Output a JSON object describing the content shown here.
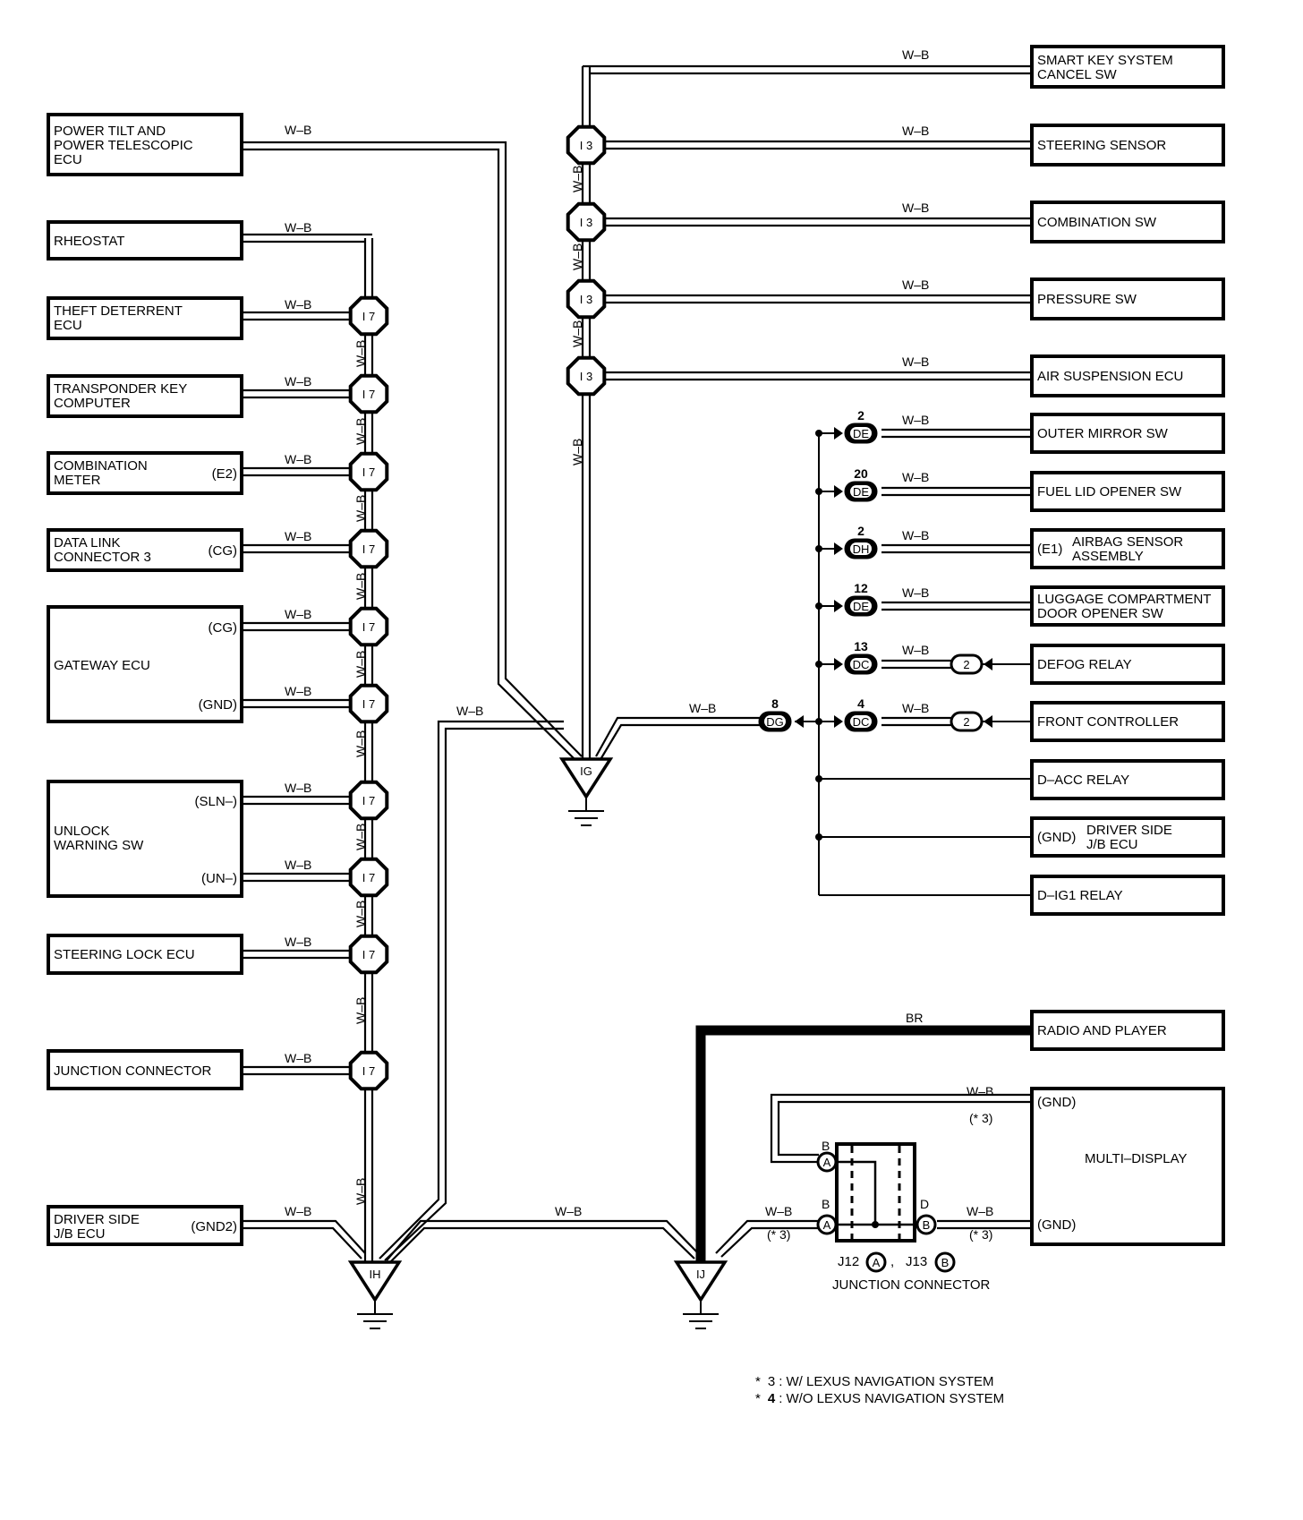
{
  "wire_labels": {
    "wb": "W–B",
    "br": "BR"
  },
  "grounds": {
    "ih": "IH",
    "ig": "IG",
    "ij": "IJ"
  },
  "connectors": {
    "i7": "I 7",
    "i3": "I 3",
    "de": "DE",
    "dh": "DH",
    "dc": "DC",
    "dg": "DG",
    "pin_2": "2",
    "pin_20": "20",
    "pin_12": "12",
    "pin_13": "13",
    "pin_4": "4",
    "pin_8": "8",
    "a": "A",
    "b": "B",
    "d": "D"
  },
  "left_components": {
    "power_tilt": [
      "POWER TILT AND",
      "POWER TELESCOPIC",
      "ECU"
    ],
    "rheostat": [
      "RHEOSTAT"
    ],
    "theft": [
      "THEFT DETERRENT",
      "ECU"
    ],
    "transponder": [
      "TRANSPONDER KEY",
      "COMPUTER"
    ],
    "combination_meter": [
      "COMBINATION",
      "METER"
    ],
    "combination_meter_pin": "(E2)",
    "data_link": [
      "DATA LINK",
      "CONNECTOR 3"
    ],
    "data_link_pin": "(CG)",
    "gateway": [
      "GATEWAY ECU"
    ],
    "gateway_pin_cg": "(CG)",
    "gateway_pin_gnd": "(GND)",
    "unlock": [
      "UNLOCK",
      "WARNING SW"
    ],
    "unlock_pin_sln": "(SLN–)",
    "unlock_pin_un": "(UN–)",
    "steering_lock": [
      "STEERING LOCK ECU"
    ],
    "junction": [
      "JUNCTION CONNECTOR"
    ],
    "driver_jb": [
      "DRIVER SIDE",
      "J/B ECU"
    ],
    "driver_jb_pin": "(GND2)"
  },
  "right_components": {
    "smart_key": [
      "SMART KEY SYSTEM",
      "CANCEL SW"
    ],
    "steering_sensor": [
      "STEERING SENSOR"
    ],
    "combination_sw": [
      "COMBINATION SW"
    ],
    "pressure_sw": [
      "PRESSURE SW"
    ],
    "air_suspension": [
      "AIR SUSPENSION ECU"
    ],
    "outer_mirror": [
      "OUTER MIRROR SW"
    ],
    "fuel_lid": [
      "FUEL LID OPENER SW"
    ],
    "airbag": [
      "AIRBAG SENSOR",
      "ASSEMBLY"
    ],
    "airbag_pin": "(E1)",
    "luggage": [
      "LUGGAGE COMPARTMENT",
      "DOOR OPENER SW"
    ],
    "defog": [
      "DEFOG RELAY"
    ],
    "front_controller": [
      "FRONT CONTROLLER"
    ],
    "dacc": [
      "D–ACC RELAY"
    ],
    "driver_jb_right": [
      "DRIVER SIDE",
      "J/B ECU"
    ],
    "driver_jb_right_pin": "(GND)",
    "dig1": [
      "D–IG1 RELAY"
    ],
    "radio": [
      "RADIO AND PLAYER"
    ],
    "multi_display": [
      "MULTI–DISPLAY"
    ],
    "multi_display_pin": "(GND)"
  },
  "junction_block": {
    "label": "JUNCTION CONNECTOR",
    "j12": "J12",
    "j13": "J13",
    "sep": ",",
    "star3": "(* 3)"
  },
  "notes": {
    "n3_star": "*",
    "n3_num": "3",
    "n3_text": ": W/ LEXUS NAVIGATION SYSTEM",
    "n4_star": "*",
    "n4_num": "4",
    "n4_text": ": W/O LEXUS NAVIGATION SYSTEM"
  }
}
